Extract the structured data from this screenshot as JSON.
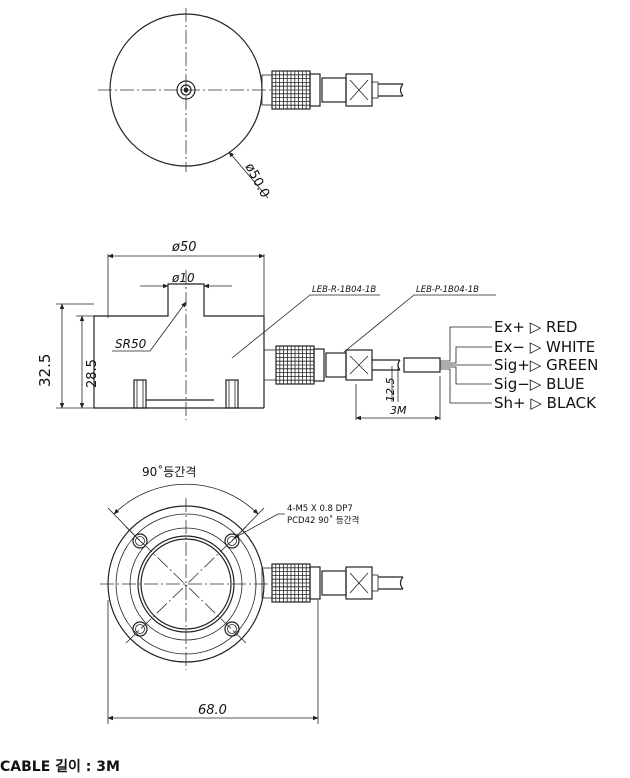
{
  "top_view": {
    "diameter_label": "ø50.0"
  },
  "side_view": {
    "diameter_label": "ø50",
    "button_label": "ø10",
    "radius_label": "SR50",
    "height_total_label": "32.5",
    "height_body_label": "28.5",
    "connector_r_label": "LEB-R-1B04-1B",
    "connector_p_label": "LEB-P-1B04-1B",
    "cable_dia_label": "12.5",
    "cable_length_label": "3M",
    "wires": [
      {
        "label": "Ex+ ▷ RED"
      },
      {
        "label": "Ex− ▷ WHITE"
      },
      {
        "label": "Sig+▷  GREEN"
      },
      {
        "label": "Sig−▷  BLUE"
      },
      {
        "label": "Sh+ ▷ BLACK"
      }
    ]
  },
  "bottom_view": {
    "spacing_label": "90˚등간격",
    "hole_label": "4-M5  X  0.8  DP7",
    "pcd_label": "PCD42 90˚ 등간격",
    "width_label": "68.0"
  },
  "caption": "CABLE 길이 : 3M"
}
